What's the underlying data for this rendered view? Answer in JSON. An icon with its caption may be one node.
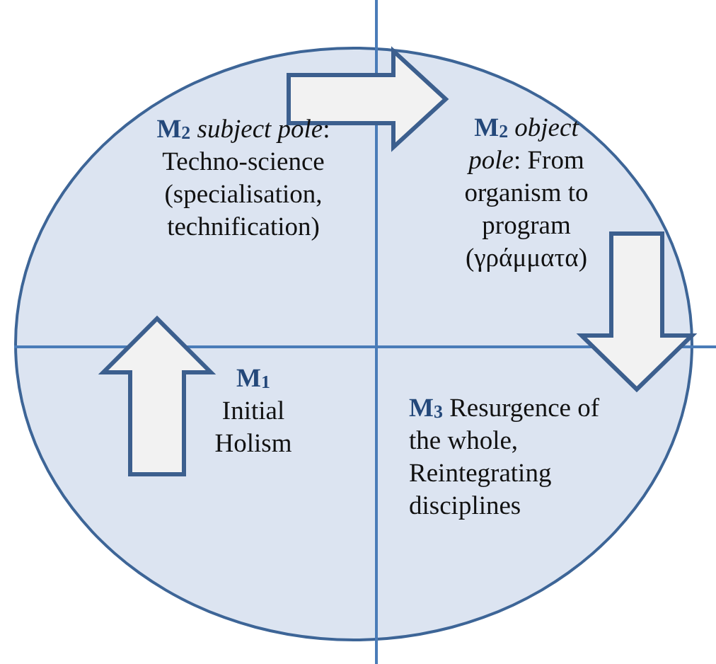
{
  "diagram": {
    "nodes": [
      {
        "text": [],
        "shape": "circle"
      },
      {
        "text": [
          "**M$_{1}$** Initial Holism"
        ],
        "in": 0
      },
      {
        "text": [
          "**M$_{2}$** *subject pole*: Techno-science (specialisation, technification)"
        ],
        "in": 0
      },
      {
        "text": [
          "**M$_{2}$** *object pole*: From organism to program (γράμματα)"
        ],
        "in": 0
      },
      {
        "text": [
          "**M$_{3}$** Resurgence of the whole, Reintegrating disciplines"
        ],
        "in": 0
      }
    ],
    "edges": [
      {
        "from": 1,
        "to": 2,
        "arrow": "to"
      },
      {
        "from": 2,
        "to": 3,
        "arrow": "to"
      },
      {
        "from": 3,
        "to": 4,
        "arrow": "to"
      }
    ]
  }
}
